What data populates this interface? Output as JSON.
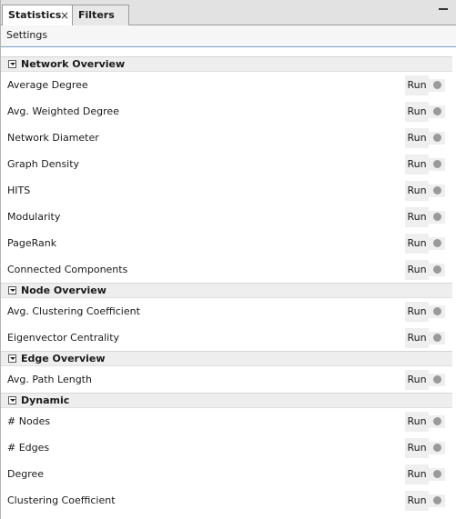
{
  "tabs": [
    {
      "label": "Statistics",
      "close": "×"
    },
    {
      "label": "Filters"
    }
  ],
  "settings_label": "Settings",
  "run_label": "Run",
  "sections": [
    {
      "title": "Network Overview",
      "items": [
        "Average Degree",
        "Avg. Weighted Degree",
        "Network Diameter",
        "Graph Density",
        "HITS",
        "Modularity",
        "PageRank",
        "Connected Components"
      ]
    },
    {
      "title": "Node Overview",
      "items": [
        "Avg. Clustering Coefficient",
        "Eigenvector Centrality"
      ]
    },
    {
      "title": "Edge Overview",
      "items": [
        "Avg. Path Length"
      ]
    },
    {
      "title": "Dynamic",
      "items": [
        "# Nodes",
        "# Edges",
        "Degree",
        "Clustering Coefficient"
      ]
    }
  ]
}
